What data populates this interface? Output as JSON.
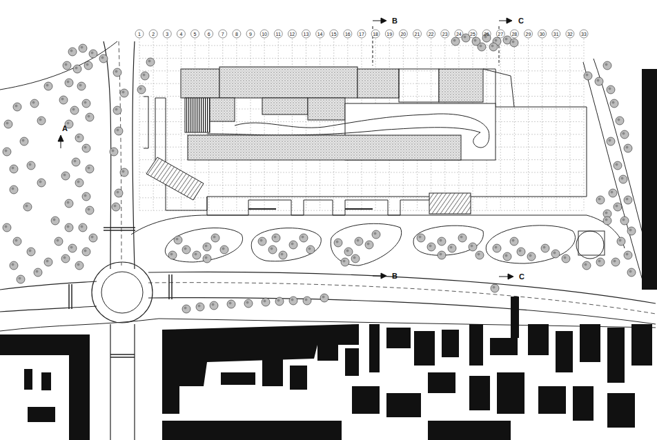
{
  "diagram": {
    "labels": [
      "1",
      "2",
      "3",
      "4",
      "5",
      "6",
      "7",
      "8",
      "9",
      "10",
      "11",
      "12",
      "13",
      "14",
      "15",
      "16",
      "17",
      "18",
      "19",
      "20",
      "21",
      "22",
      "23",
      "24",
      "25",
      "26",
      "27",
      "28",
      "29",
      "30",
      "31",
      "32",
      "33",
      "A",
      "B",
      "B",
      "C",
      "C"
    ]
  }
}
